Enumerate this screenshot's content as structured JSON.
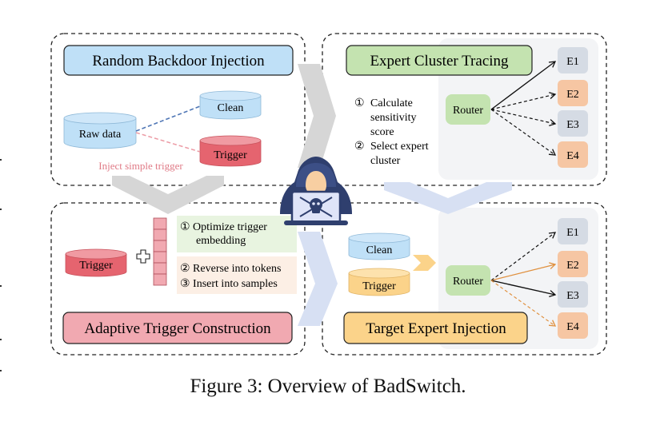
{
  "figure": {
    "caption": "Figure 3: Overview of BadSwitch."
  },
  "panels": {
    "random_backdoor": {
      "title": "Random Backdoor Injection",
      "raw_data_label": "Raw data",
      "clean_label": "Clean",
      "trigger_label": "Trigger",
      "inject_note": "Inject simple trigger"
    },
    "expert_cluster": {
      "title": "Expert Cluster Tracing",
      "steps": [
        {
          "marker": "①",
          "lines": [
            "Calculate",
            "sensitivity",
            "score"
          ]
        },
        {
          "marker": "②",
          "lines": [
            "Select expert",
            "cluster"
          ]
        }
      ],
      "router_label": "Router",
      "experts": [
        "E1",
        "E2",
        "E3",
        "E4"
      ]
    },
    "adaptive_trigger": {
      "title": "Adaptive Trigger Construction",
      "trigger_label": "Trigger",
      "plus_symbol": "+",
      "step1": [
        "① Optimize trigger",
        "embedding"
      ],
      "step2": "② Reverse into tokens",
      "step3": "③ Insert into samples"
    },
    "target_expert": {
      "title": "Target Expert Injection",
      "clean_label": "Clean",
      "trigger_label": "Trigger",
      "router_label": "Router",
      "experts": [
        "E1",
        "E2",
        "E3",
        "E4"
      ]
    }
  },
  "colors": {
    "blue_fill": "#bfe0f7",
    "red_fill": "#e5646f",
    "pink_fill": "#f1a9b1",
    "green_fill": "#c4e3b0",
    "orange_fill": "#fbd38a",
    "expert_gray": "#d5dbe4",
    "expert_orange": "#f6c6a3",
    "attacker_navy": "#2f3f6e",
    "inject_note": "#e07a86"
  }
}
